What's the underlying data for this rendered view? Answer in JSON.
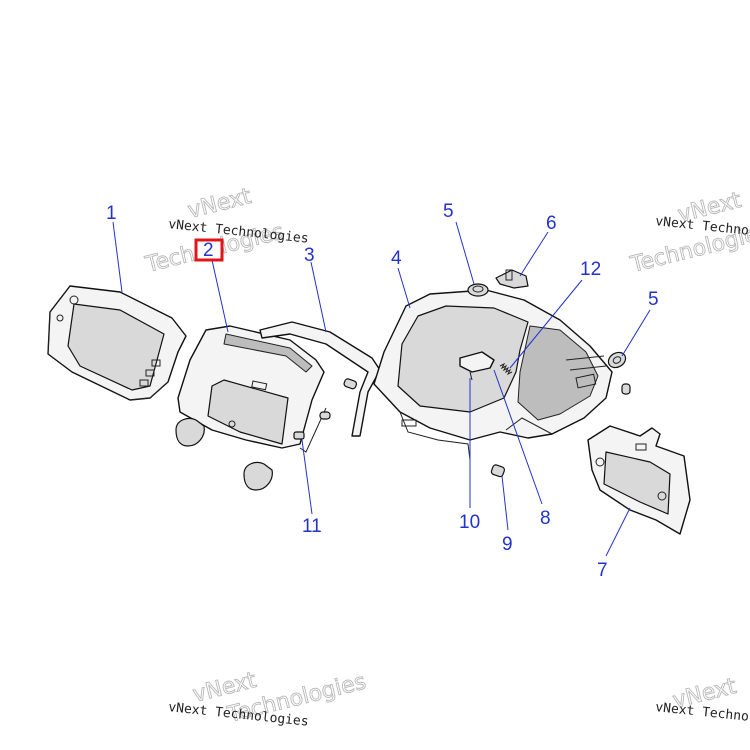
{
  "callouts": [
    "1",
    "2",
    "3",
    "4",
    "5",
    "6",
    "12",
    "5",
    "11",
    "10",
    "8",
    "9",
    "7"
  ],
  "watermark": {
    "company": "vNext Technologies",
    "brand_line1": "vNext",
    "brand_line2": "Technologies"
  },
  "highlighted_callout": "2",
  "colors": {
    "callout": "#2233cc",
    "highlight": "#e0141b",
    "watermark": "#b8b8b8"
  }
}
